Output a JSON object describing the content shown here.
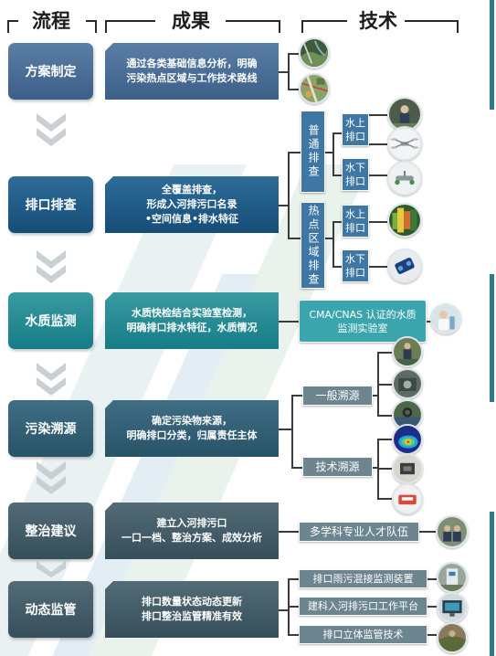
{
  "headers": {
    "process": "流程",
    "results": "成果",
    "technology": "技术"
  },
  "stages": [
    {
      "label": "方案制定",
      "result_lines": [
        "通过各类基础信息分析，明确",
        "污染热点区域与工作技术路线"
      ]
    },
    {
      "label": "排口排查",
      "result_lines": [
        "全覆盖排查，",
        "形成入河排污口名录",
        "•空间信息•排水特征"
      ]
    },
    {
      "label": "水质监测",
      "result_lines": [
        "水质快检结合实验室检测，",
        "明确排口排水特征，水质情况"
      ]
    },
    {
      "label": "污染溯源",
      "result_lines": [
        "确定污染物来源，",
        "明确排口分类，归属责任主体"
      ]
    },
    {
      "label": "整治建议",
      "result_lines": [
        "建立入河排污口",
        "一口一档、整治方案、成效分析"
      ]
    },
    {
      "label": "动态监管",
      "result_lines": [
        "排口数量状态动态更新",
        "排口整治监管精准有效"
      ]
    }
  ],
  "tech": {
    "general_survey": "普通排查",
    "hotspot_survey": "热点区域排查",
    "above_water_outlet": "水上排口",
    "underwater_outlet": "水下排口",
    "lab": "CMA/CNAS 认证的水质监测实验室",
    "general_tracing": "一般溯源",
    "technical_tracing": "技术溯源",
    "team": "多学科专业人才队伍",
    "monitoring_device": "排口雨污混接监测装置",
    "platform": "建科入河排污口工作平台",
    "stereo_tech": "排口立体监管技术"
  },
  "photo_icons": [
    "satellite-map-photo",
    "gis-map-photo",
    "field-survey-photo",
    "drone-photo",
    "underwater-drone-photo",
    "thermal-image-photo",
    "underwater-robot-photo",
    "lab-technician-photo",
    "sampling-photo",
    "site-inspection-photo",
    "outlet-photo",
    "dispersion-model-photo",
    "sampling-device-photo",
    "lab-equipment-photo",
    "team-photo",
    "monitoring-device-photo",
    "platform-photo",
    "stereo-tech-photo"
  ],
  "colors": {
    "stage_blue": "#3c5f87",
    "stage_navy": "#164d78",
    "stage_teal": "#157d86",
    "tech_blue": "#3e77a4",
    "tech_teal": "#3aa5ad",
    "tech_gray": "#6c858f"
  }
}
